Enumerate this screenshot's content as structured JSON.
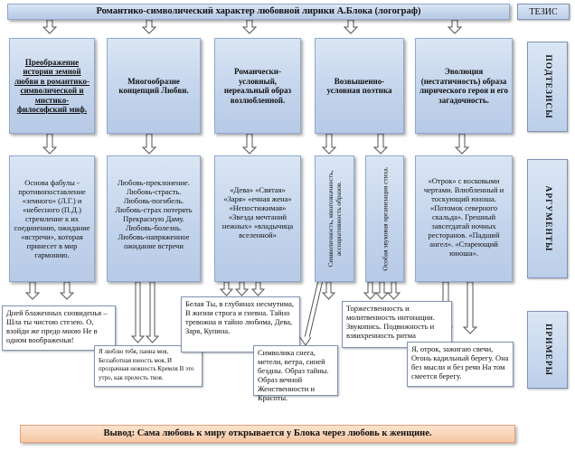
{
  "thesis": "Романтико-символический характер любовной лирики А.Блока (логограф)",
  "labels": {
    "thesis": "ТЕЗИС",
    "subtheses": "ПОДТЕЗИСЫ",
    "arguments": "АРГУМЕНТЫ",
    "examples": "ПРИМЕРЫ"
  },
  "subtheses": [
    "Преображение истории земной любви в романтико-символической и мистико-философский миф.",
    "Многообразие концепций Любви.",
    "Романчески-условный, нереальный образ возлюбленной.",
    "Возвышенно-условная поэтика",
    "Эволюция (нестатичность) образа лирического героя и его загадочность."
  ],
  "arguments": {
    "a1": "Основа фабулы - противопоставление «земного» (Л.Г.) и «небесного (П.Д.) стремление к их соединению, ожидание «встречи», которая принесет в мир гармонию.",
    "a2": "Любовь-преклонение. Любовь-страсть. Любовь-погибель. Любовь-страх потерять Прекрасную Даму. Любовь-болезнь. Любовь-напряженное ожидание встречи",
    "a3": "«Дева» «Святая» «Заря» «ечная жена» «Непостижимая» «Звезда мечтаний нежных» «владычица вселенной»",
    "a4a": "Символичность, многозначность, ассоциативность образов.",
    "a4b": "Особая звуковая организация стиха.",
    "a5": "«Отрок» с восковыми чертами. Влюбленный и тоскующий юноша. «Потомок северного скальда». Грешный завсегдатай ночных ресторанов. «Падший ангел». «Стареющий юноша»."
  },
  "examples": {
    "e1": "Дней блаженных сновиденья – Шла ты чистою стезею. О, взойди же предо мною Не в одном воображеньи!",
    "e2": "Я люблю тебя, панна моя, Беззаботная юность моя, И прозрачная нежность Кремля В это утро, как прелесть твоя.",
    "e3": "Белая Ты, в глубинах несмутима, В жизни строга и гневна. Тайно тревожна и тайно любима, Дева, Заря, Купина.",
    "e4": "Символика снега, метели, ветра, синей бездны. Образ тайны. Образ вечной Женственности и Красоты.",
    "e5": "Торжественность и молитвенность интонации. Звукопись. Подвижность и взвихренность ритма",
    "e6": "Я, отрок, зажигаю свечи, Огонь кадильный берегу. Она без мысли и без речи На том смеется берегу."
  },
  "conclusion": "Вывод: Сама любовь к миру открывается у Блока через любовь к женщине.",
  "colors": {
    "box_blue": "#c3d4ec",
    "box_border": "#8fa9cf",
    "conclusion_fill": "#f6c7a4"
  }
}
